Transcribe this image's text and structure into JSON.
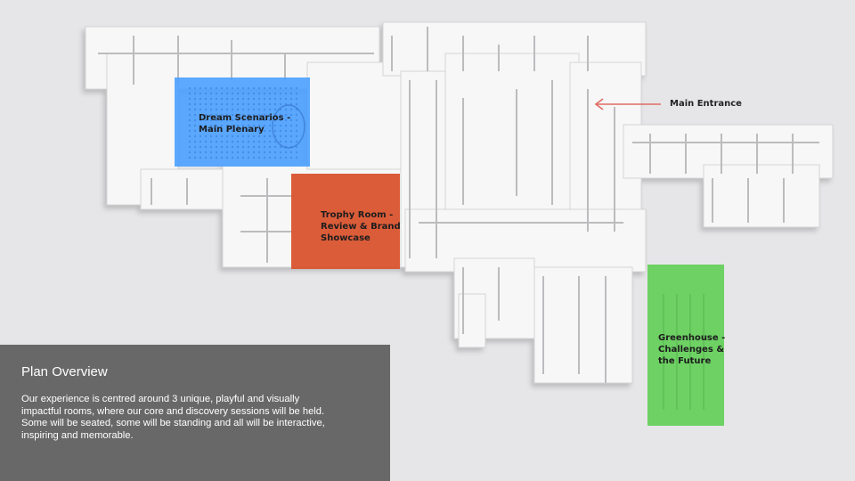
{
  "slide": {
    "entrance_label": "Main Entrance",
    "rooms": [
      {
        "key": "dream",
        "label": "Dream Scenarios -\nMain Plenary",
        "color": "#4aa0ff"
      },
      {
        "key": "trophy",
        "label": "Trophy Room -\nReview & Brand\nShowcase",
        "color": "#d9532e"
      },
      {
        "key": "greenhouse",
        "label": "Greenhouse -\nChallenges &\nthe Future",
        "color": "#63cf58"
      }
    ],
    "arrow_color": "#e06b63",
    "overview": {
      "title": "Plan Overview",
      "body": "Our experience is centred around 3 unique, playful and visually impactful rooms, where our core and discovery sessions will be held. Some will be seated, some will be standing and all will be interactive, inspiring and memorable."
    }
  }
}
